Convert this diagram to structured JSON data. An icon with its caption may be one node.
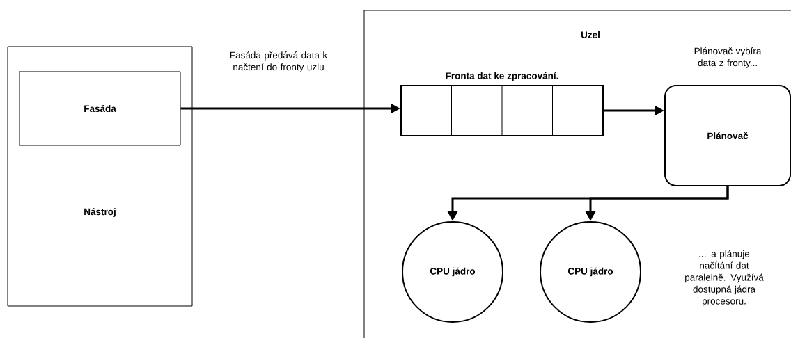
{
  "diagram": {
    "nodes": [
      {
        "text": [
          "Nástroj"
        ]
      },
      {
        "text": [
          "Fasáda"
        ],
        "in": 0
      },
      {
        "text": [
          "Uzel"
        ]
      },
      {
        "text": [
          "Fronta dat ke zpracování."
        ],
        "in": 2
      },
      {
        "text": [
          "Plánovač"
        ],
        "in": 2,
        "beside": [
          "Plánovač vybíra data z fronty..."
        ]
      },
      {
        "text": [
          "CPU jádro"
        ],
        "in": 2
      },
      {
        "text": [
          "CPU jádro"
        ],
        "in": 2
      }
    ],
    "edges": [
      {
        "from": 1,
        "to": 3,
        "arrow": "to",
        "label": "Fasáda předává data k načtení do fronty uzlu"
      },
      {
        "from": 3,
        "to": 4,
        "arrow": "to"
      },
      {
        "from": 4,
        "to": 5,
        "arrow": "to"
      },
      {
        "from": 4,
        "to": 6,
        "arrow": "to"
      }
    ],
    "labels": [
      "... a plánuje načítání dat paralelně. Využívá dostupná jádra procesoru."
    ]
  }
}
